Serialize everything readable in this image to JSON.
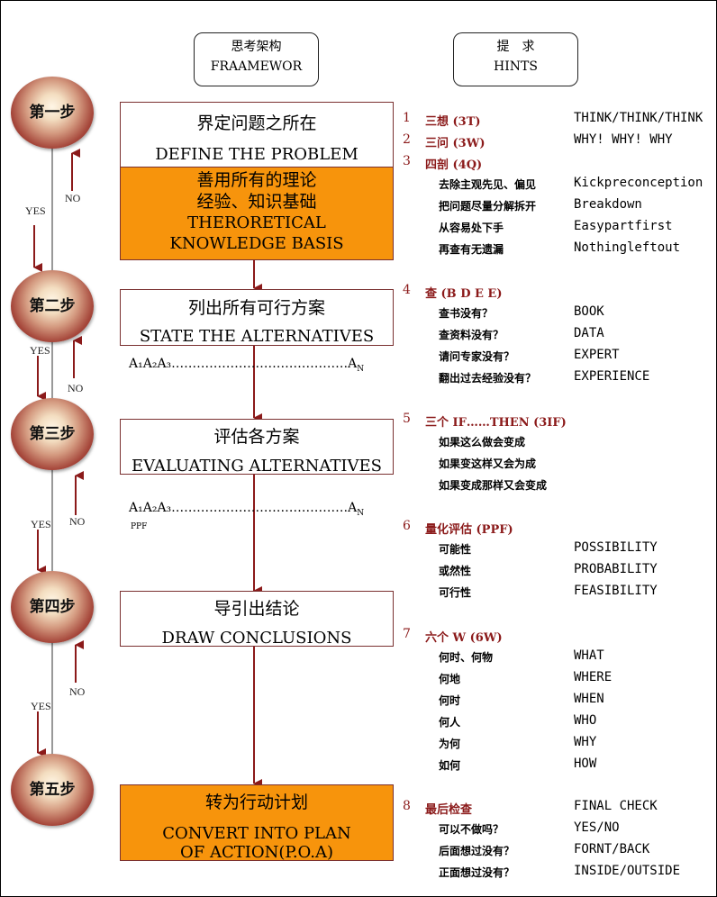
{
  "headers": {
    "left_cn": "思考架构",
    "left_en": "FRAAMEWOR",
    "right_cn": "提　求",
    "right_en": "HINTS"
  },
  "steps": [
    "第一步",
    "第二步",
    "第三步",
    "第四步",
    "第五步"
  ],
  "labels": {
    "yes": "YES",
    "no": "NO"
  },
  "boxes": {
    "define_cn": "界定问题之所在",
    "define_en": "DEFINE THE PROBLEM",
    "theory_cn1": "善用所有的理论",
    "theory_cn2": "经验、知识基础",
    "theory_en1": "THERORETICAL",
    "theory_en2": "KNOWLEDGE BASIS",
    "state_cn": "列出所有可行方案",
    "state_en": "STATE THE ALTERNATIVES",
    "eval_cn": "评估各方案",
    "eval_en": "EVALUATING ALTERNATIVES",
    "draw_cn": "导引出结论",
    "draw_en": "DRAW CONCLUSIONS",
    "convert_cn": "转为行动计划",
    "convert_en1": "CONVERT INTO PLAN",
    "convert_en2": "OF ACTION(P.O.A)"
  },
  "sequences": {
    "seq1": "A₁A₂A₃……………………………………A",
    "seq1_sub": "N",
    "seq2": "A₁A₂A₃……………………………………A",
    "seq2_sub": "N",
    "ppf": "PPF"
  },
  "hints": {
    "h1_num": "1",
    "h1_cn": "三想 (3T)",
    "h1_en": "THINK/THINK/THINK",
    "h2_num": "2",
    "h2_cn": "三问 (3W)",
    "h2_en": "WHY! WHY! WHY",
    "h3_num": "3",
    "h3_cn": "四剖 (4Q)",
    "h3_items": [
      {
        "cn": "去除主观先见、偏见",
        "en": "Kickpreconception"
      },
      {
        "cn": "把问题尽量分解拆开",
        "en": "Breakdown"
      },
      {
        "cn": "从容易处下手",
        "en": "Easypartfirst"
      },
      {
        "cn": "再查有无遗漏",
        "en": "Nothingleftout"
      }
    ],
    "h4_num": "4",
    "h4_cn": "查 (B D E E)",
    "h4_items": [
      {
        "cn": "查书没有？",
        "en": "BOOK"
      },
      {
        "cn": "查资料没有？",
        "en": "DATA"
      },
      {
        "cn": "请问专家没有？",
        "en": "EXPERT"
      },
      {
        "cn": "翻出过去经验没有？",
        "en": "EXPERIENCE"
      }
    ],
    "h5_num": "5",
    "h5_cn": "三个 IF……THEN (3IF)",
    "h5_items": [
      "如果这么做会变成",
      "如果变这样又会为成",
      "如果变成那样又会变成"
    ],
    "h6_num": "6",
    "h6_cn": "量化评估 (PPF)",
    "h6_items": [
      {
        "cn": "可能性",
        "en": "POSSIBILITY"
      },
      {
        "cn": "或然性",
        "en": "PROBABILITY"
      },
      {
        "cn": "可行性",
        "en": "FEASIBILITY"
      }
    ],
    "h7_num": "7",
    "h7_cn": "六个 W (6W)",
    "h7_items": [
      {
        "cn": "何时、何物",
        "en": "WHAT"
      },
      {
        "cn": "何地",
        "en": "WHERE"
      },
      {
        "cn": "何时",
        "en": "WHEN"
      },
      {
        "cn": "何人",
        "en": "WHO"
      },
      {
        "cn": "为何",
        "en": "WHY"
      },
      {
        "cn": "如何",
        "en": "HOW"
      }
    ],
    "h8_num": "8",
    "h8_cn": "最后检查",
    "h8_en": "FINAL CHECK",
    "h8_items": [
      {
        "cn": "可以不做吗？",
        "en": "YES/NO"
      },
      {
        "cn": "后面想过没有？",
        "en": "FORNT/BACK"
      },
      {
        "cn": "正面想过没有？",
        "en": "INSIDE/OUTSIDE"
      }
    ]
  }
}
